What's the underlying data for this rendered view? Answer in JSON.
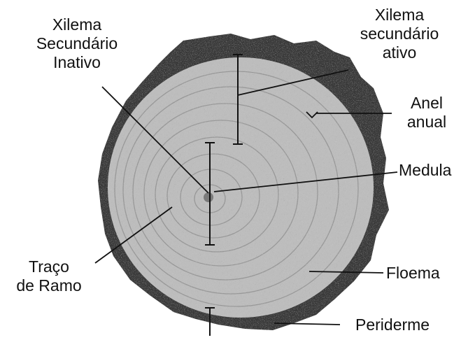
{
  "diagram": {
    "labels": {
      "xilema_inativo": [
        "Xilema",
        "Secundário",
        "Inativo"
      ],
      "xilema_ativo": [
        "Xilema",
        "secundário",
        "ativo"
      ],
      "anel_anual": [
        "Anel",
        "anual"
      ],
      "medula": "Medula",
      "traco_de_ramo": [
        "Traço",
        "de Ramo"
      ],
      "floema": "Floema",
      "periderme": "Periderme"
    },
    "colors": {
      "ink": "#111111",
      "bark": "#3a3a3a",
      "wood": "#bdbdbd",
      "background": "#ffffff"
    }
  }
}
